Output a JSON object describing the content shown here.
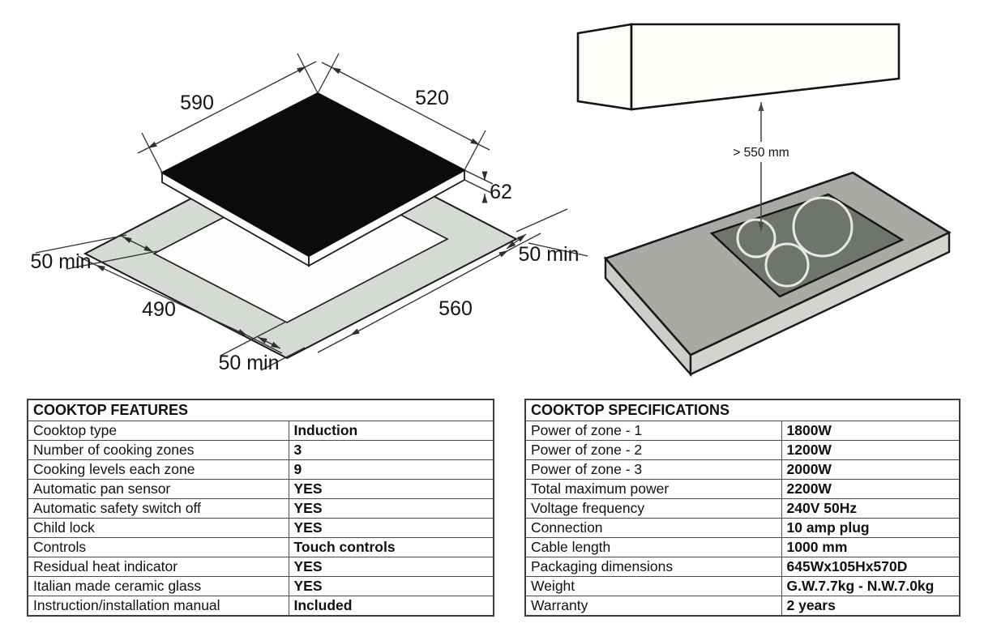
{
  "installation_diagram": {
    "cooktop_width": "590",
    "cooktop_depth": "520",
    "cooktop_thickness": "62",
    "cutout_width": "490",
    "cutout_depth": "560",
    "clearance_left": "50 min",
    "clearance_right": "50 min",
    "clearance_front": "50 min"
  },
  "hood_clearance_diagram": {
    "min_distance": "> 550 mm"
  },
  "features_table": {
    "title": "COOKTOP FEATURES",
    "rows": [
      {
        "label": "Cooktop type",
        "value": "Induction"
      },
      {
        "label": "Number of cooking zones",
        "value": "3"
      },
      {
        "label": "Cooking levels each zone",
        "value": "9"
      },
      {
        "label": "Automatic pan sensor",
        "value": "YES"
      },
      {
        "label": "Automatic safety switch off",
        "value": "YES"
      },
      {
        "label": "Child lock",
        "value": "YES"
      },
      {
        "label": "Controls",
        "value": "Touch controls"
      },
      {
        "label": "Residual heat indicator",
        "value": "YES"
      },
      {
        "label": "Italian made ceramic glass",
        "value": "YES"
      },
      {
        "label": "Instruction/installation manual",
        "value": "Included"
      }
    ]
  },
  "specifications_table": {
    "title": "COOKTOP SPECIFICATIONS",
    "rows": [
      {
        "label": "Power of zone - 1",
        "value": "1800W"
      },
      {
        "label": "Power of zone - 2",
        "value": "1200W"
      },
      {
        "label": "Power of zone - 3",
        "value": "2000W"
      },
      {
        "label": "Total maximum power",
        "value": "2200W"
      },
      {
        "label": "Voltage frequency",
        "value": "240V 50Hz"
      },
      {
        "label": "Connection",
        "value": "10 amp plug"
      },
      {
        "label": "Cable length",
        "value": "1000 mm"
      },
      {
        "label": "Packaging dimensions",
        "value": "645Wx105Hx570D"
      },
      {
        "label": "Weight",
        "value": "G.W.7.7kg - N.W.7.0kg"
      },
      {
        "label": "Warranty",
        "value": "2 years"
      }
    ]
  },
  "colors": {
    "cooktop_glass": "#0b0b0b",
    "counter_band": "#d6dad5",
    "cutout_fill": "#fdfdfb",
    "counter_top": "#a7aaa5",
    "counter_edge": "#cbcec9",
    "cooktop_inset": "#70746f",
    "zone_ring": "#e8e8e4",
    "outline": "#1a1a1a",
    "dim_line": "#2e2e2e",
    "table_border": "#4a4a4a"
  }
}
